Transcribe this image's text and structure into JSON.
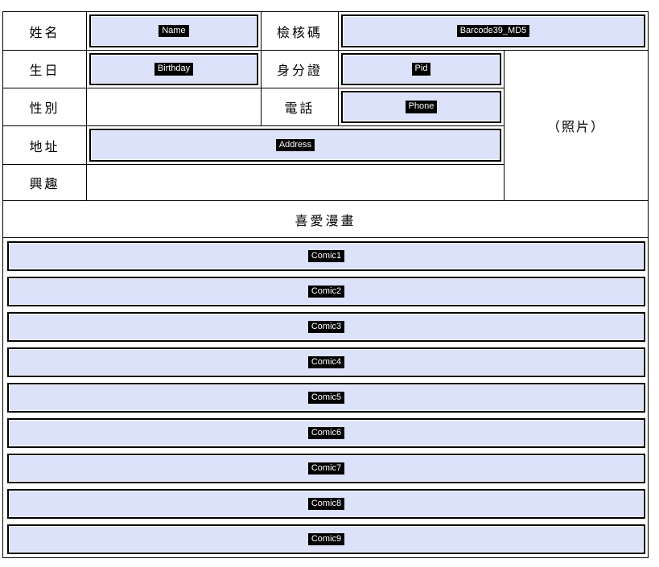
{
  "form": {
    "labels": {
      "name": "姓名",
      "check_code": "檢核碼",
      "birthday": "生日",
      "id": "身分證",
      "gender": "性別",
      "phone": "電話",
      "address": "地址",
      "interest": "興趣",
      "photo": "（照片）"
    },
    "values": {
      "name": "Name",
      "check_code": "Barcode39_MD5",
      "birthday": "Birthday",
      "id": "Pid",
      "phone": "Phone",
      "address": "Address"
    }
  },
  "comics": {
    "header": "喜愛漫畫",
    "items": [
      "Comic1",
      "Comic2",
      "Comic3",
      "Comic4",
      "Comic5",
      "Comic6",
      "Comic7",
      "Comic8",
      "Comic9"
    ]
  },
  "colors": {
    "field_bg": "#dce2fa",
    "border": "#000000",
    "highlight_bg": "#000000",
    "highlight_text": "#ffffff"
  }
}
